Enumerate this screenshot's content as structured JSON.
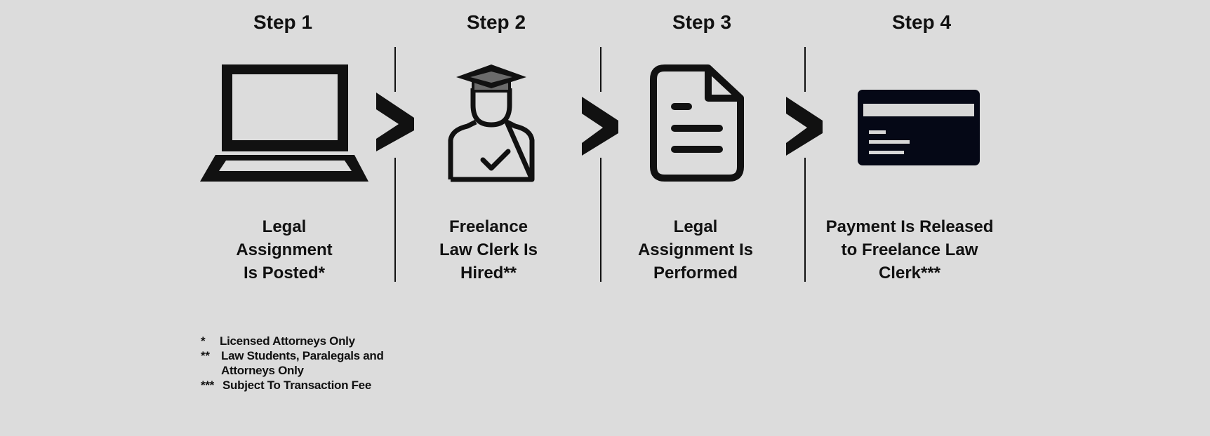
{
  "steps": [
    {
      "title": "Step 1",
      "description_lines": [
        "Legal",
        "Assignment",
        "Is Posted*"
      ],
      "icon": "laptop-icon"
    },
    {
      "title": "Step 2",
      "description_lines": [
        "Freelance",
        "Law Clerk Is",
        "Hired**"
      ],
      "icon": "graduate-icon"
    },
    {
      "title": "Step 3",
      "description_lines": [
        "Legal",
        "Assignment Is",
        "Performed"
      ],
      "icon": "document-icon"
    },
    {
      "title": "Step 4",
      "description_lines": [
        "Payment Is Released",
        "to Freelance Law",
        "Clerk***"
      ],
      "icon": "credit-card-icon"
    }
  ],
  "footnotes": [
    {
      "mark": "*",
      "lines": [
        "Licensed Attorneys Only"
      ]
    },
    {
      "mark": "**",
      "lines": [
        "Law Students, Paralegals and",
        "Attorneys Only"
      ]
    },
    {
      "mark": "***",
      "lines": [
        "Subject To Transaction Fee"
      ]
    }
  ],
  "colors": {
    "background": "#dcdcdc",
    "ink": "#111111",
    "card": "#050816",
    "cap": "#6b6b6b"
  }
}
